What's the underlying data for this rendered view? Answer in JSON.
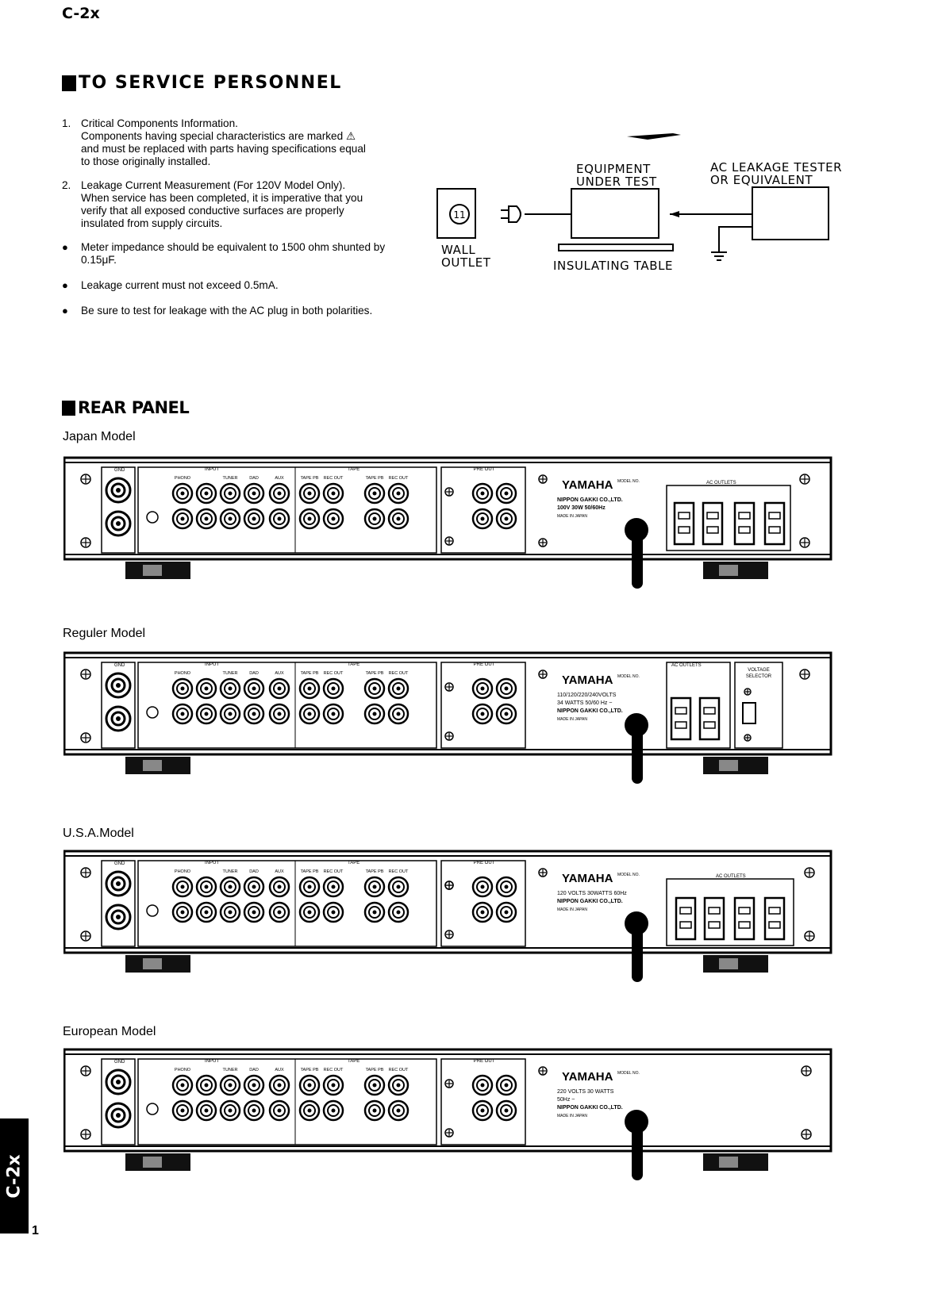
{
  "header": {
    "model": "C-2x"
  },
  "service": {
    "title": "TO SERVICE PERSONNEL",
    "item1": {
      "num": "1.",
      "lines": [
        "Critical Components Information.",
        "Components having special characteristics are marked ⚠",
        "and must be replaced with parts having specifications equal",
        "to those originally installed."
      ]
    },
    "item2": {
      "num": "2.",
      "lines": [
        "Leakage Current Measurement (For 120V Model Only).",
        "When service has been completed, it is imperative that you",
        "verify that all exposed conductive surfaces are properly",
        "insulated from supply circuits."
      ]
    },
    "bullets": [
      "Meter impedance should be equivalent to 1500 ohm shunted by 0.15μF.",
      "Leakage current must not exceed 0.5mA.",
      "Be sure to test for leakage with the AC plug in both polarities."
    ]
  },
  "diagram": {
    "equipment": [
      "EQUIPMENT",
      "UNDER TEST"
    ],
    "tester": [
      "AC LEAKAGE TESTER",
      "OR EQUIVALENT"
    ],
    "outlet": [
      "WALL",
      "OUTLET"
    ],
    "table": "INSULATING TABLE",
    "outlet_symbol": "11"
  },
  "rear": {
    "title": "REAR PANEL",
    "models": [
      "Japan Model",
      "Reguler Model",
      "U.S.A.Model",
      "European Model"
    ],
    "panel_text": {
      "gnd": "GND",
      "input": "INPUT",
      "tape": "TAPE",
      "preout": "PRE OUT",
      "phono": "PHONO",
      "tuner": "TUNER",
      "dad": "DAD",
      "aux": "AUX",
      "tapepb": "TAPE PB",
      "recout": "REC OUT",
      "brand": "YAMAHA",
      "modelno": "MODEL NO.",
      "ac_outlets": "AC OUTLETS",
      "voltage": [
        "VOLTAGE",
        "SELECTOR"
      ]
    },
    "japan_specs": [
      "NIPPON GAKKI CO.,LTD.",
      "100V   30W   50/60Hz",
      "MADE IN JAPAN"
    ],
    "reg_specs": [
      "110/120/220/240VOLTS",
      "34 WATTS   50/60 Hz ~",
      "NIPPON GAKKI CO.,LTD.",
      "MADE IN JAPAN"
    ],
    "usa_specs": [
      "120 VOLTS 30WATTS  60Hz",
      "NIPPON GAKKI CO.,LTD.",
      "MADE IN JAPAN"
    ],
    "eu_specs": [
      "220 VOLTS   30 WATTS",
      "50Hz ~",
      "NIPPON GAKKI CO.,LTD.",
      "MADE IN JAPAN"
    ]
  },
  "footer": {
    "side_tab": "C-2x",
    "page": "1"
  }
}
